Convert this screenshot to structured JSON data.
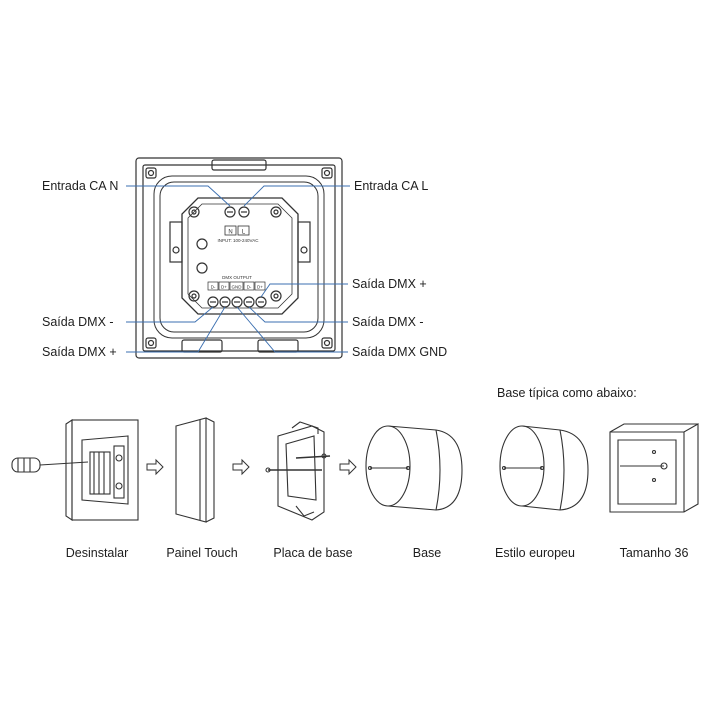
{
  "wiring": {
    "top_left": "Entrada CA N",
    "top_right": "Entrada CA L",
    "right_upper": "Saída DMX +",
    "left_middle": "Saída DMX -",
    "right_middle": "Saída DMX -",
    "left_lower": "Saída DMX +",
    "right_lower": "Saída DMX GND"
  },
  "module": {
    "terminal_n": "N",
    "terminal_l": "L",
    "input_text": "INPUT: 100-240VAC",
    "dmx_output_text": "DMX OUTPUT",
    "dmx_terminals": [
      "D-",
      "D+",
      "GND",
      "D-",
      "D+"
    ]
  },
  "installation": {
    "note": "Base típica como abaixo:",
    "steps": [
      "Desinstalar",
      "Painel Touch",
      "Placa de base",
      "Base",
      "Estilo europeu",
      "Tamanho 36"
    ]
  },
  "colors": {
    "leader_line": "#3b6fb0",
    "outline": "#333333"
  }
}
